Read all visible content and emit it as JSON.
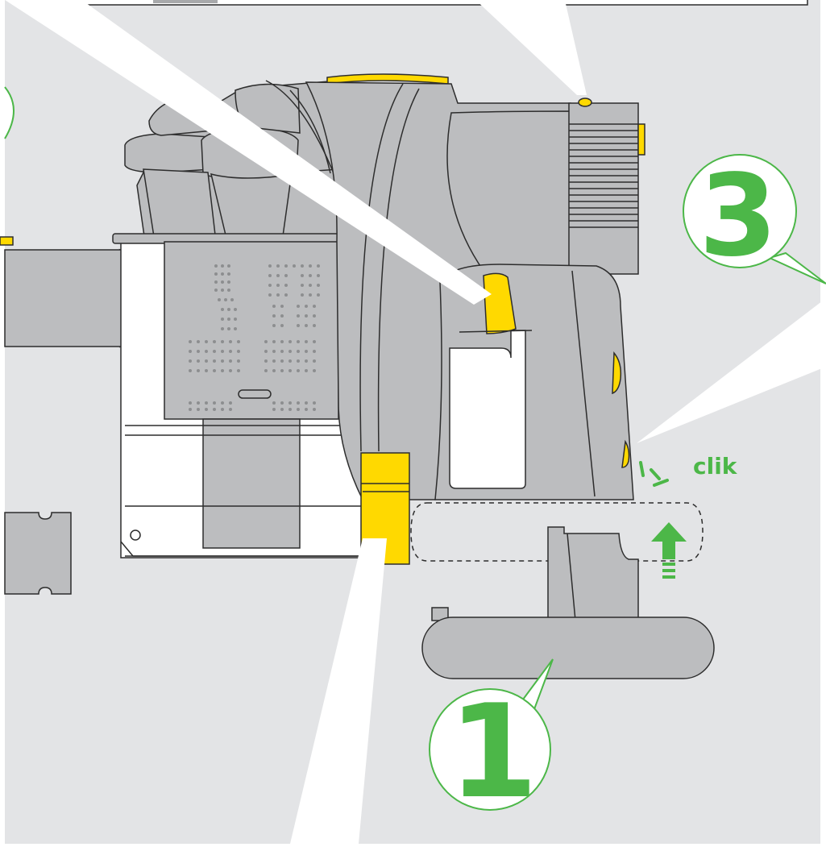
{
  "colors": {
    "background": "#e3e4e6",
    "body_grey": "#bcbdbf",
    "dark_grey": "#a8a9ab",
    "outline": "#2d2d2d",
    "accent_yellow": "#ffd900",
    "step_green": "#4cb748",
    "callout_fill": "#ffffff"
  },
  "labels": {
    "step_three": "3",
    "step_one": "1",
    "click_sound": "clik"
  },
  "icons": {
    "insert_direction": "arrow-up-icon",
    "click_marks": "click-burst-icon"
  }
}
